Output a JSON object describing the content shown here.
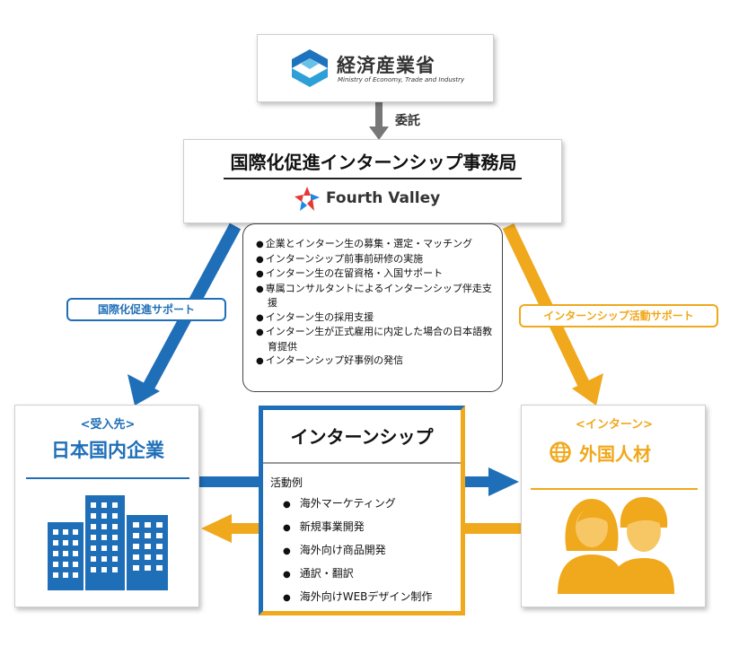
{
  "meti": {
    "name": "経済産業省",
    "sub": "Ministry of Economy, Trade and Industry",
    "logo_icon": "meti-logo-icon"
  },
  "commission_label": "委託",
  "secretariat": {
    "title": "国際化促進インターンシップ事務局",
    "company": "Fourth Valley",
    "logo_icon": "fourth-valley-logo-icon"
  },
  "support_left": "国際化促進サポート",
  "support_right": "インターンシップ活動サポート",
  "tasks": [
    "企業とインターン生の募集・選定・マッチング",
    "インターンシップ前事前研修の実施",
    "インターン生の在留資格・入国サポート",
    "専属コンサルタントによるインターンシップ伴走支援",
    "インターン生の採用支援",
    "インターン生が正式雇用に内定した場合の日本語教育提供",
    "インターンシップ好事例の発信"
  ],
  "left_card": {
    "tag": "<受入先>",
    "title": "日本国内企業",
    "icon": "buildings-icon"
  },
  "right_card": {
    "tag": "<インターン>",
    "title": "外国人材",
    "icon": "globe-icon",
    "illustration": "people-icon"
  },
  "internship": {
    "title": "インターンシップ",
    "examples_label": "活動例",
    "items": [
      "海外マーケティング",
      "新規事業開発",
      "海外向け商品開発",
      "通訳・翻訳",
      "海外向けWEBデザイン制作"
    ]
  },
  "colors": {
    "blue": "#1f6fb8",
    "orange": "#f0a81c",
    "gray_arrow": "#777777"
  }
}
